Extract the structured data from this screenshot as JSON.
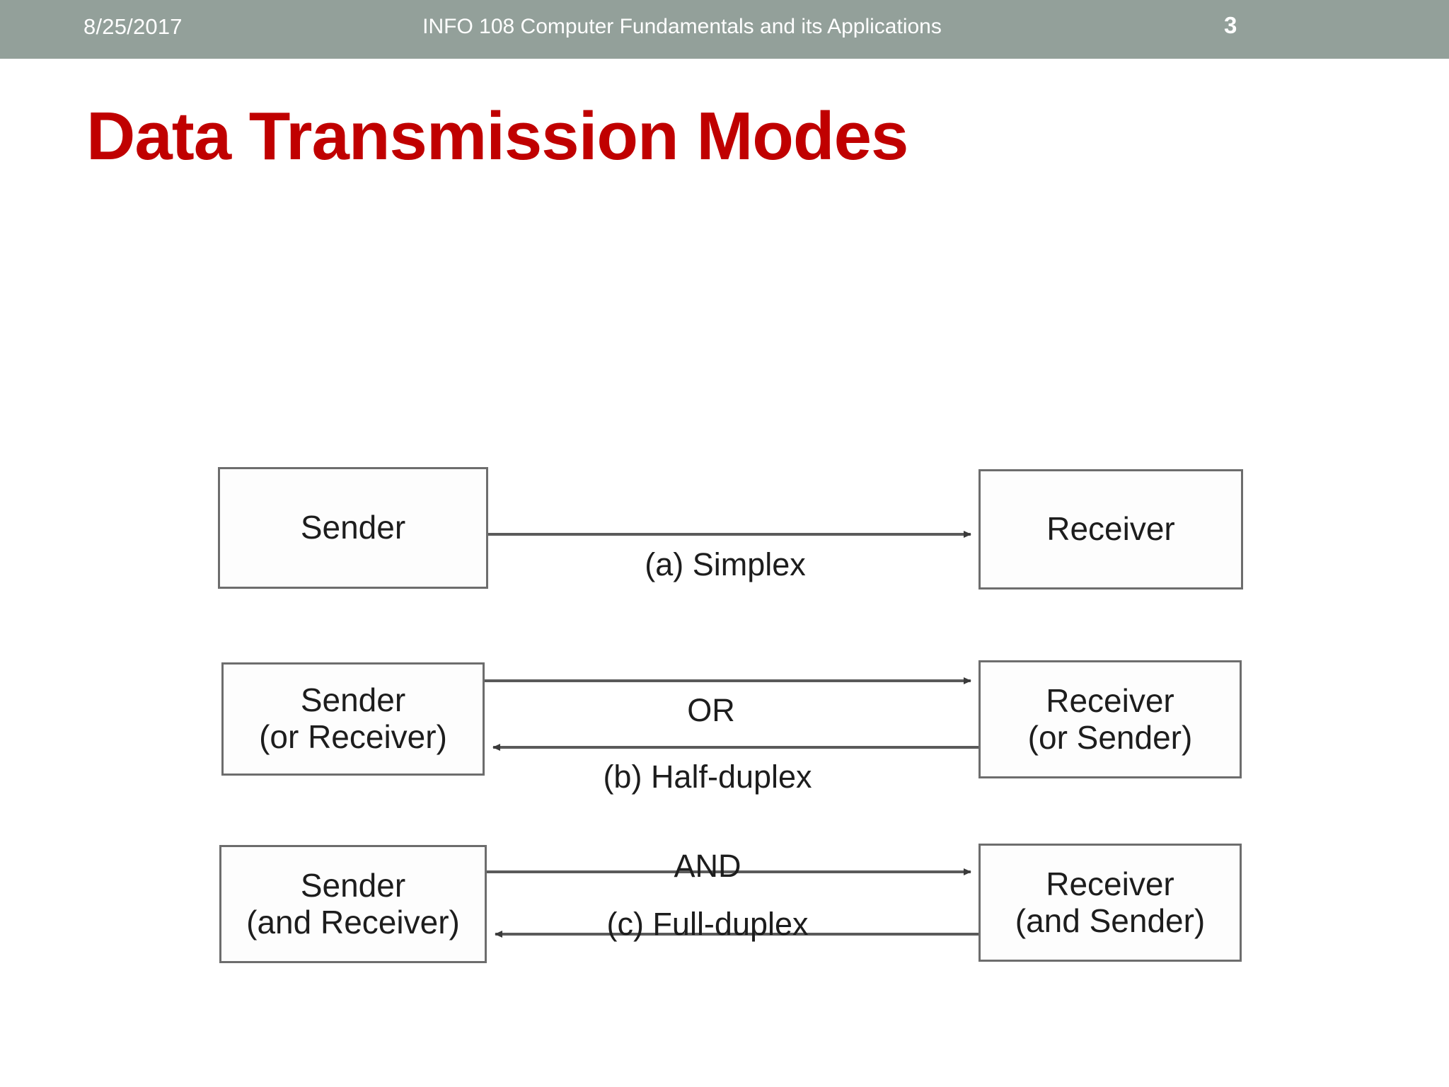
{
  "header": {
    "date": "8/25/2017",
    "course_title": "INFO 108 Computer Fundamentals and its Applications",
    "page_number": "3",
    "bar_color": "#93a09a"
  },
  "slide": {
    "title": "Data Transmission Modes",
    "title_color": "#c00000",
    "background_color": "#ffffff"
  },
  "diagram": {
    "stroke_color": "#6d6d6d",
    "text_color": "#1d1d1d",
    "rows": [
      {
        "id": "simplex",
        "left_box": {
          "line1": "Sender",
          "line2": ""
        },
        "right_box": {
          "line1": "Receiver",
          "line2": ""
        },
        "operator_label": "",
        "mode_label": "(a) Simplex",
        "arrows": [
          "left-to-right"
        ]
      },
      {
        "id": "half-duplex",
        "left_box": {
          "line1": "Sender",
          "line2": "(or Receiver)"
        },
        "right_box": {
          "line1": "Receiver",
          "line2": "(or Sender)"
        },
        "operator_label": "OR",
        "mode_label": "(b) Half-duplex",
        "arrows": [
          "left-to-right",
          "right-to-left"
        ]
      },
      {
        "id": "full-duplex",
        "left_box": {
          "line1": "Sender",
          "line2": "(and Receiver)"
        },
        "right_box": {
          "line1": "Receiver",
          "line2": "(and Sender)"
        },
        "operator_label": "AND",
        "mode_label": "(c) Full-duplex",
        "arrows": [
          "left-to-right",
          "right-to-left"
        ]
      }
    ]
  }
}
